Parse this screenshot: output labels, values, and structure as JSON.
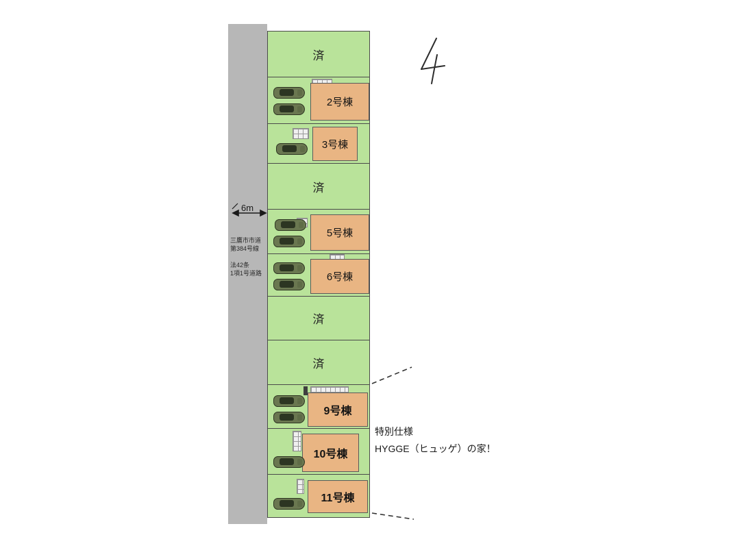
{
  "colors": {
    "lot_green": "#b9e39a",
    "house_tan": "#e9b583",
    "road_gray": "#b7b7b7",
    "car_body": "#6a7750"
  },
  "sketch_number": "4",
  "road": {
    "width_label": "6m",
    "name_text": "三鷹市市道\n第384号線",
    "law_text": "法42条\n1項1号道路"
  },
  "callout": {
    "text": "特別仕様\nHYGGE（ヒュッゲ）の家！"
  },
  "lots": [
    {
      "id": 1,
      "label": "済",
      "type": "sold"
    },
    {
      "id": 2,
      "label": "2号棟",
      "type": "house",
      "cars": 2
    },
    {
      "id": 3,
      "label": "3号棟",
      "type": "house",
      "cars": 1
    },
    {
      "id": 4,
      "label": "済",
      "type": "sold"
    },
    {
      "id": 5,
      "label": "5号棟",
      "type": "house",
      "cars": 2
    },
    {
      "id": 6,
      "label": "6号棟",
      "type": "house",
      "cars": 2
    },
    {
      "id": 7,
      "label": "済",
      "type": "sold"
    },
    {
      "id": 8,
      "label": "済",
      "type": "sold"
    },
    {
      "id": 9,
      "label": "9号棟",
      "type": "house",
      "cars": 2,
      "bold": true
    },
    {
      "id": 10,
      "label": "10号棟",
      "type": "house",
      "cars": 1,
      "bold": true
    },
    {
      "id": 11,
      "label": "11号棟",
      "type": "house",
      "cars": 1,
      "bold": true
    }
  ]
}
